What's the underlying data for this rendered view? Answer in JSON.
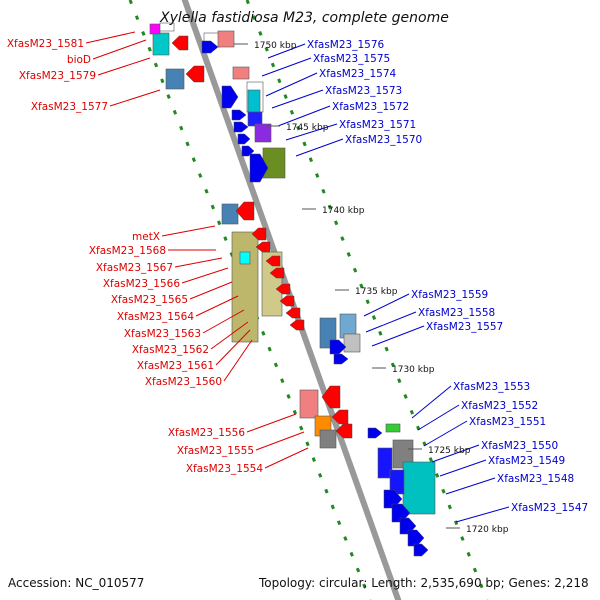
{
  "title": "Xylella fastidiosa M23, complete genome",
  "footer": {
    "accession": "Accession: NC_010577",
    "topology": "Topology: circular; Length: 2,535,690 bp; Genes: 2,218"
  },
  "colors": {
    "label_reverse": "#dd0000",
    "label_forward": "#0000cc",
    "backbone": "#999999",
    "green_track": "#228822"
  },
  "kbp_ticks": [
    "1750 kbp",
    "1745 kbp",
    "1740 kbp",
    "1735 kbp",
    "1730 kbp",
    "1725 kbp",
    "1720 kbp"
  ],
  "left_labels": [
    "XfasM23_1581",
    "bioD",
    "XfasM23_1579",
    "XfasM23_1577",
    "metX",
    "XfasM23_1568",
    "XfasM23_1567",
    "XfasM23_1566",
    "XfasM23_1565",
    "XfasM23_1564",
    "XfasM23_1563",
    "XfasM23_1562",
    "XfasM23_1561",
    "XfasM23_1560",
    "XfasM23_1556",
    "XfasM23_1555",
    "XfasM23_1554"
  ],
  "right_labels": [
    "XfasM23_1576",
    "XfasM23_1575",
    "XfasM23_1574",
    "XfasM23_1573",
    "XfasM23_1572",
    "XfasM23_1571",
    "XfasM23_1570",
    "XfasM23_1559",
    "XfasM23_1558",
    "XfasM23_1557",
    "XfasM23_1553",
    "XfasM23_1552",
    "XfasM23_1551",
    "XfasM23_1550",
    "XfasM23_1549",
    "XfasM23_1548",
    "XfasM23_1547"
  ]
}
